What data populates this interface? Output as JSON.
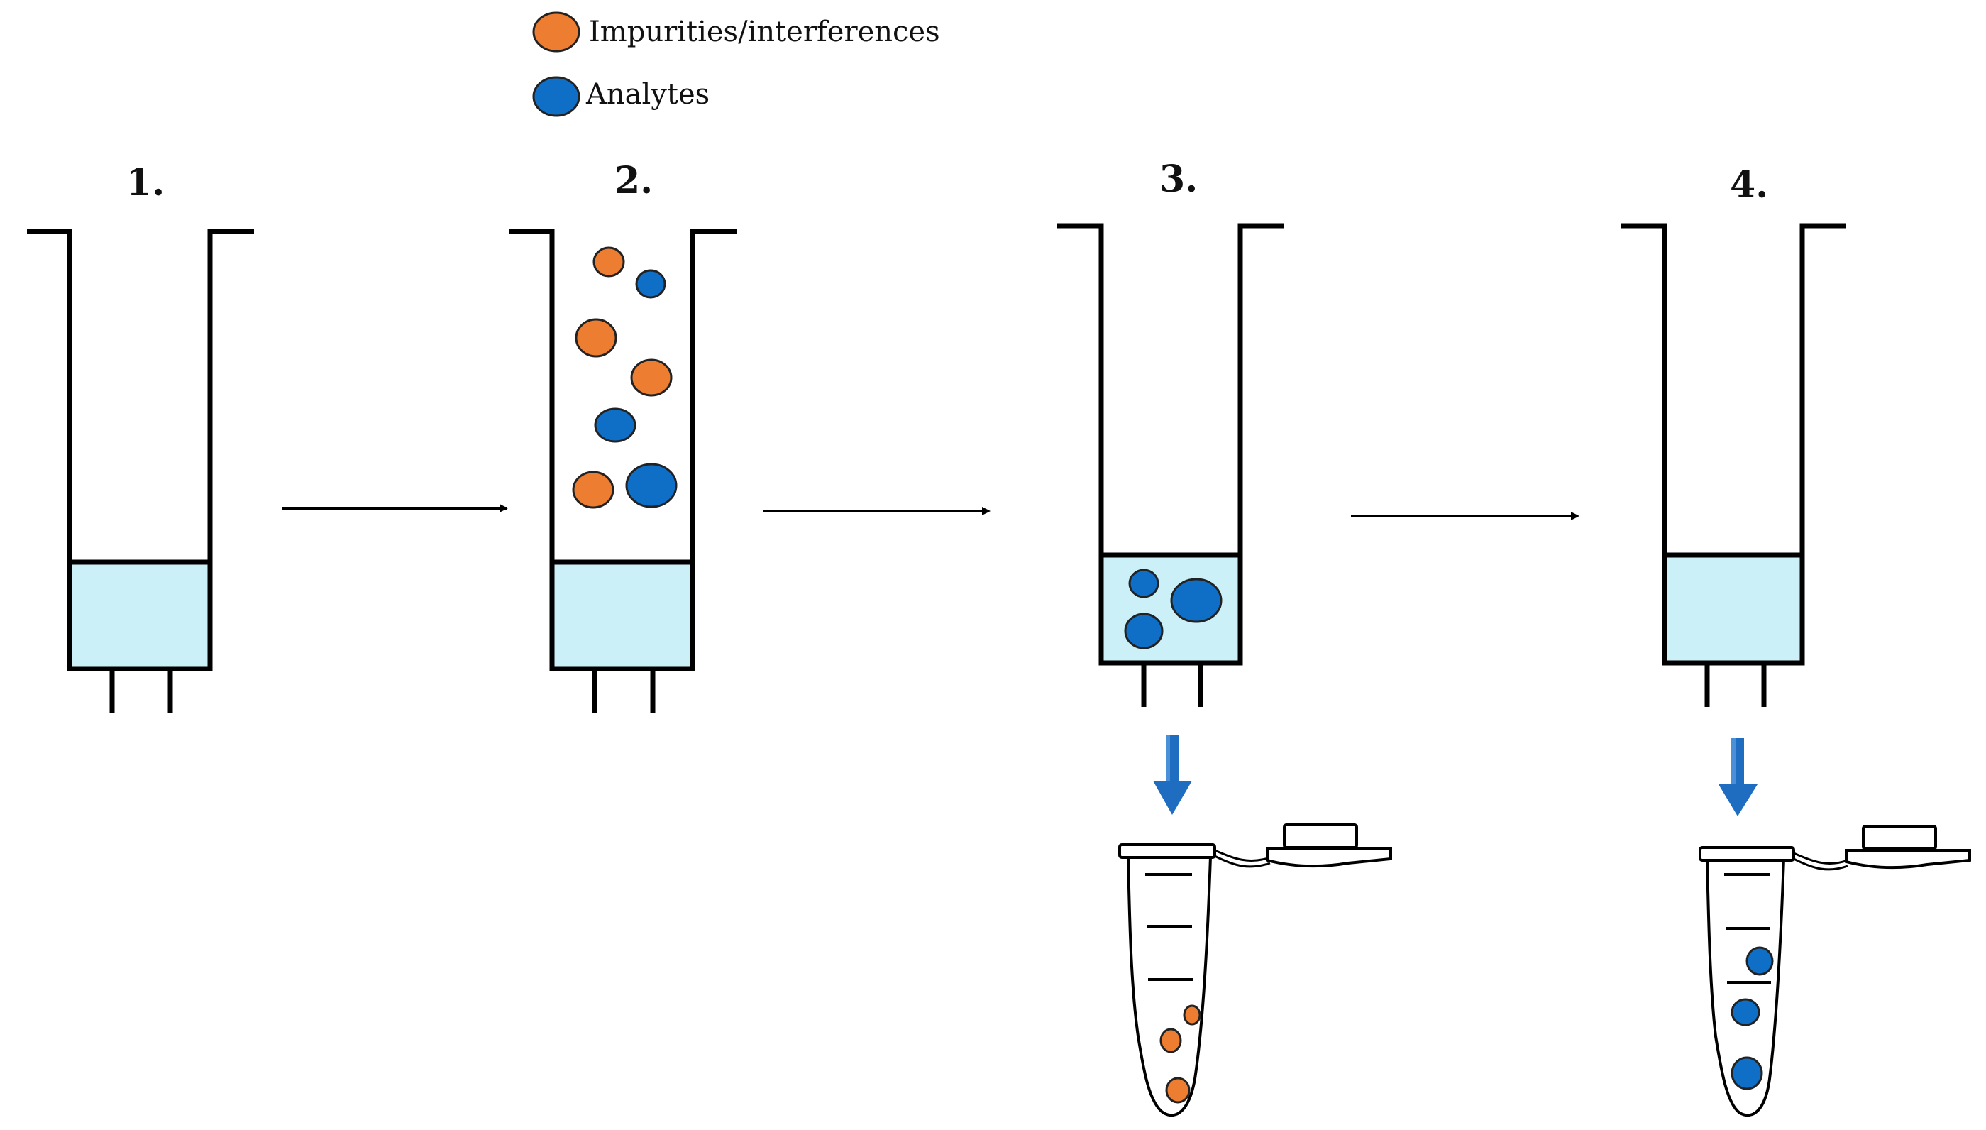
{
  "legend": {
    "impurities_label": "Impurities/interferences",
    "analytes_label": "Analytes"
  },
  "steps": [
    {
      "label": "1."
    },
    {
      "label": "2."
    },
    {
      "label": "3."
    },
    {
      "label": "4."
    }
  ],
  "colors": {
    "impurity": "#ED7D31",
    "analyte": "#0F6FC6",
    "sorbent": "#CCF0F8",
    "outline": "#000000",
    "flow_arrow": "#1F6DC0"
  }
}
